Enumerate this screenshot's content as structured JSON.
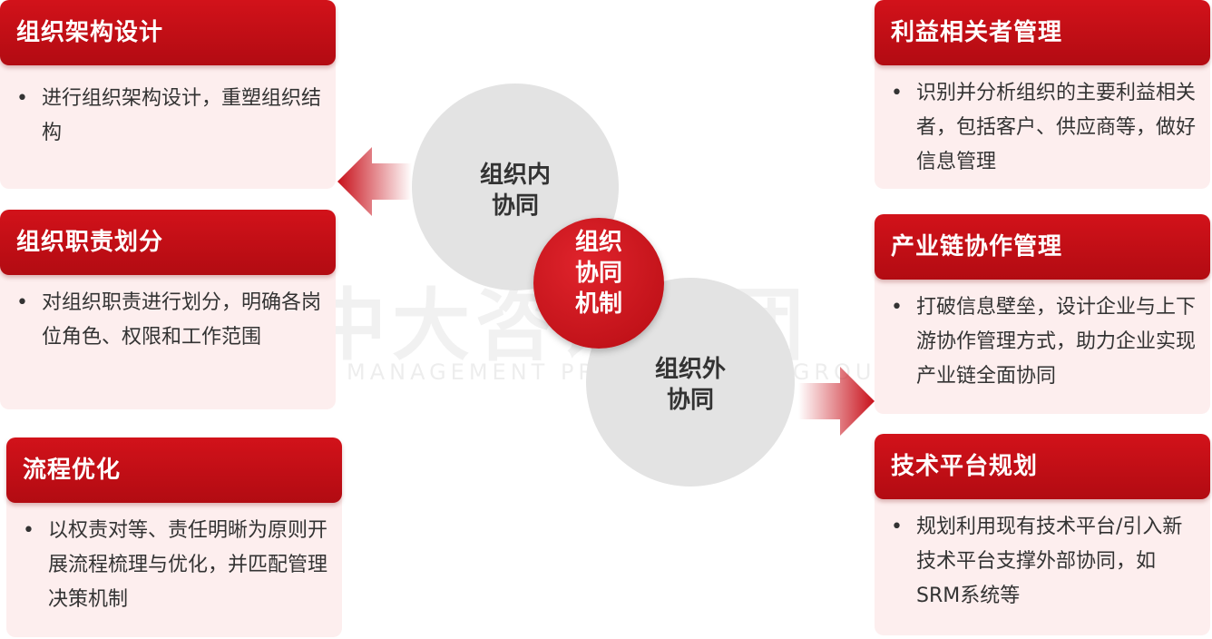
{
  "center": {
    "lines": [
      "组织",
      "协同",
      "机制"
    ]
  },
  "internal_circle": {
    "lines": [
      "组织内",
      "协同"
    ]
  },
  "external_circle": {
    "lines": [
      "组织外",
      "协同"
    ]
  },
  "watermark": {
    "main": "中大咨询集团",
    "sub": "MANAGEMENT PROFESSIONAL GROUP"
  },
  "colors": {
    "accent": "#c8101a",
    "card_bg": "#fdeeee",
    "circle_bg": "#e3e3e3",
    "text": "#333333"
  },
  "left_cards": [
    {
      "title": "组织架构设计",
      "bullet": "进行组织架构设计，重塑组织结构"
    },
    {
      "title": "组织职责划分",
      "bullet": "对组织职责进行划分，明确各岗位角色、权限和工作范围"
    },
    {
      "title": "流程优化",
      "bullet": "以权责对等、责任明晰为原则开展流程梳理与优化，并匹配管理决策机制"
    }
  ],
  "right_cards": [
    {
      "title": "利益相关者管理",
      "bullet": "识别并分析组织的主要利益相关者，包括客户、供应商等，做好信息管理"
    },
    {
      "title": "产业链协作管理",
      "bullet": "打破信息壁垒，设计企业与上下游协作管理方式，助力企业实现产业链全面协同"
    },
    {
      "title": "技术平台规划",
      "bullet": "规划利用现有技术平台/引入新技术平台支撑外部协同，如SRM系统等"
    }
  ]
}
